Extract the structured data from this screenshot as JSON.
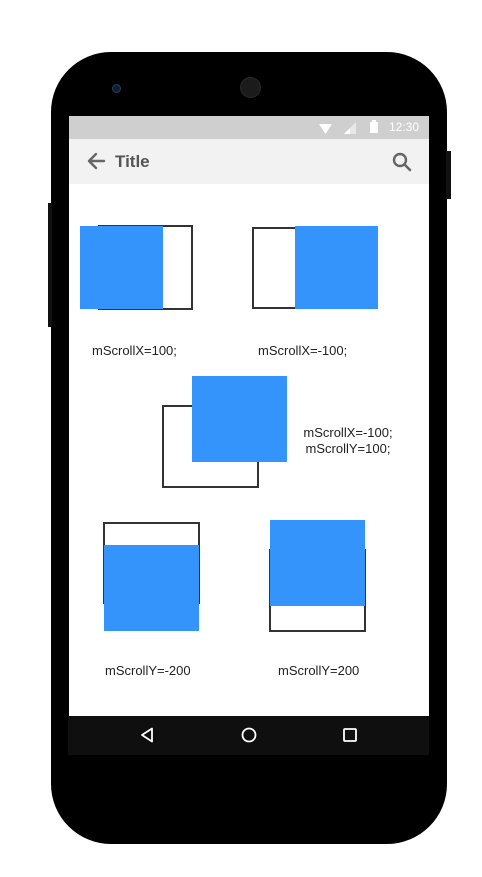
{
  "status_bar": {
    "time": "12:30"
  },
  "app_bar": {
    "title": "Title"
  },
  "icons": {
    "back": "arrow-back-icon",
    "search": "search-icon",
    "wifi": "wifi-icon",
    "signal": "signal-icon",
    "battery": "battery-icon",
    "nav_back": "triangle-back-icon",
    "nav_home": "circle-home-icon",
    "nav_recents": "square-recents-icon"
  },
  "colors": {
    "content_blue": "#3494fb",
    "frame": "#333333",
    "status_bar": "#cfcfcf",
    "app_bar": "#f2f2f2"
  },
  "demos": {
    "scroll_x_pos": {
      "caption": "mScrollX=100;"
    },
    "scroll_x_neg": {
      "caption": "mScrollX=-100;"
    },
    "scroll_xy": {
      "caption_line1": "mScrollX=-100;",
      "caption_line2": "mScrollY=100;"
    },
    "scroll_y_neg": {
      "caption": "mScrollY=-200"
    },
    "scroll_y_pos": {
      "caption": "mScrollY=200"
    }
  }
}
